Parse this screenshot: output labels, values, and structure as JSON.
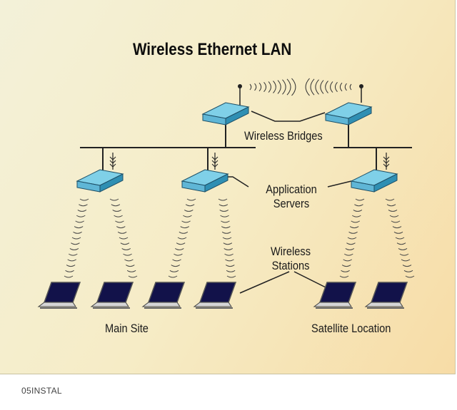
{
  "title": "Wireless Ethernet LAN",
  "labels": {
    "wireless_bridges": "Wireless Bridges",
    "application_servers_line1": "Application",
    "application_servers_line2": "Servers",
    "wireless_stations_line1": "Wireless",
    "wireless_stations_line2": "Stations",
    "main_site": "Main Site",
    "satellite_location": "Satellite Location"
  },
  "caption": "05INSTAL",
  "colors": {
    "device_top": "#7fd0e8",
    "device_side": "#2f8fb3",
    "laptop_screen": "#12124a",
    "laptop_body": "#d6d6d6",
    "line": "#222222"
  }
}
